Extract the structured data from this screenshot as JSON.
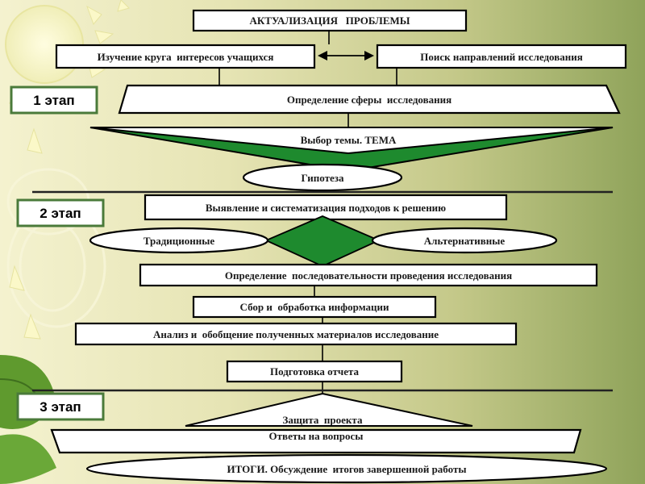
{
  "colors": {
    "bg_left": "#f3f1c9",
    "bg_mid": "#d8d7a0",
    "bg_right": "#8fa35a",
    "diamond_fill": "#1e8a2e",
    "stage_fill": "#ffffff",
    "stage_border": "#4a7a3a",
    "divider": "#222222"
  },
  "header": {
    "title": "АКТУАЛИЗАЦИЯ   ПРОБЛЕМЫ"
  },
  "stage1": {
    "label": "1 этап",
    "study_interests": "Изучение круга  интересов учащихся",
    "search_directions": "Поиск направлений исследования",
    "define_scope": "Определение сферы  исследования",
    "topic_choice": "Выбор темы. ТЕМА",
    "hypothesis": "Гипотеза"
  },
  "stage2": {
    "label": "2 этап",
    "approaches": "Выявление и систематизация подходов к решению",
    "traditional": "Традиционные",
    "alternative": "Альтернативные",
    "sequence": "Определение  последовательности проведения исследования",
    "collection": "Сбор и  обработка информации",
    "analysis": "Анализ и  обобщение полученных материалов исследование",
    "report": "Подготовка отчета"
  },
  "stage3": {
    "label": "3 этап",
    "defense": "Защита  проекта",
    "answers": "Ответы на вопросы",
    "results": "ИТОГИ. Обсуждение  итогов завершенной работы"
  }
}
